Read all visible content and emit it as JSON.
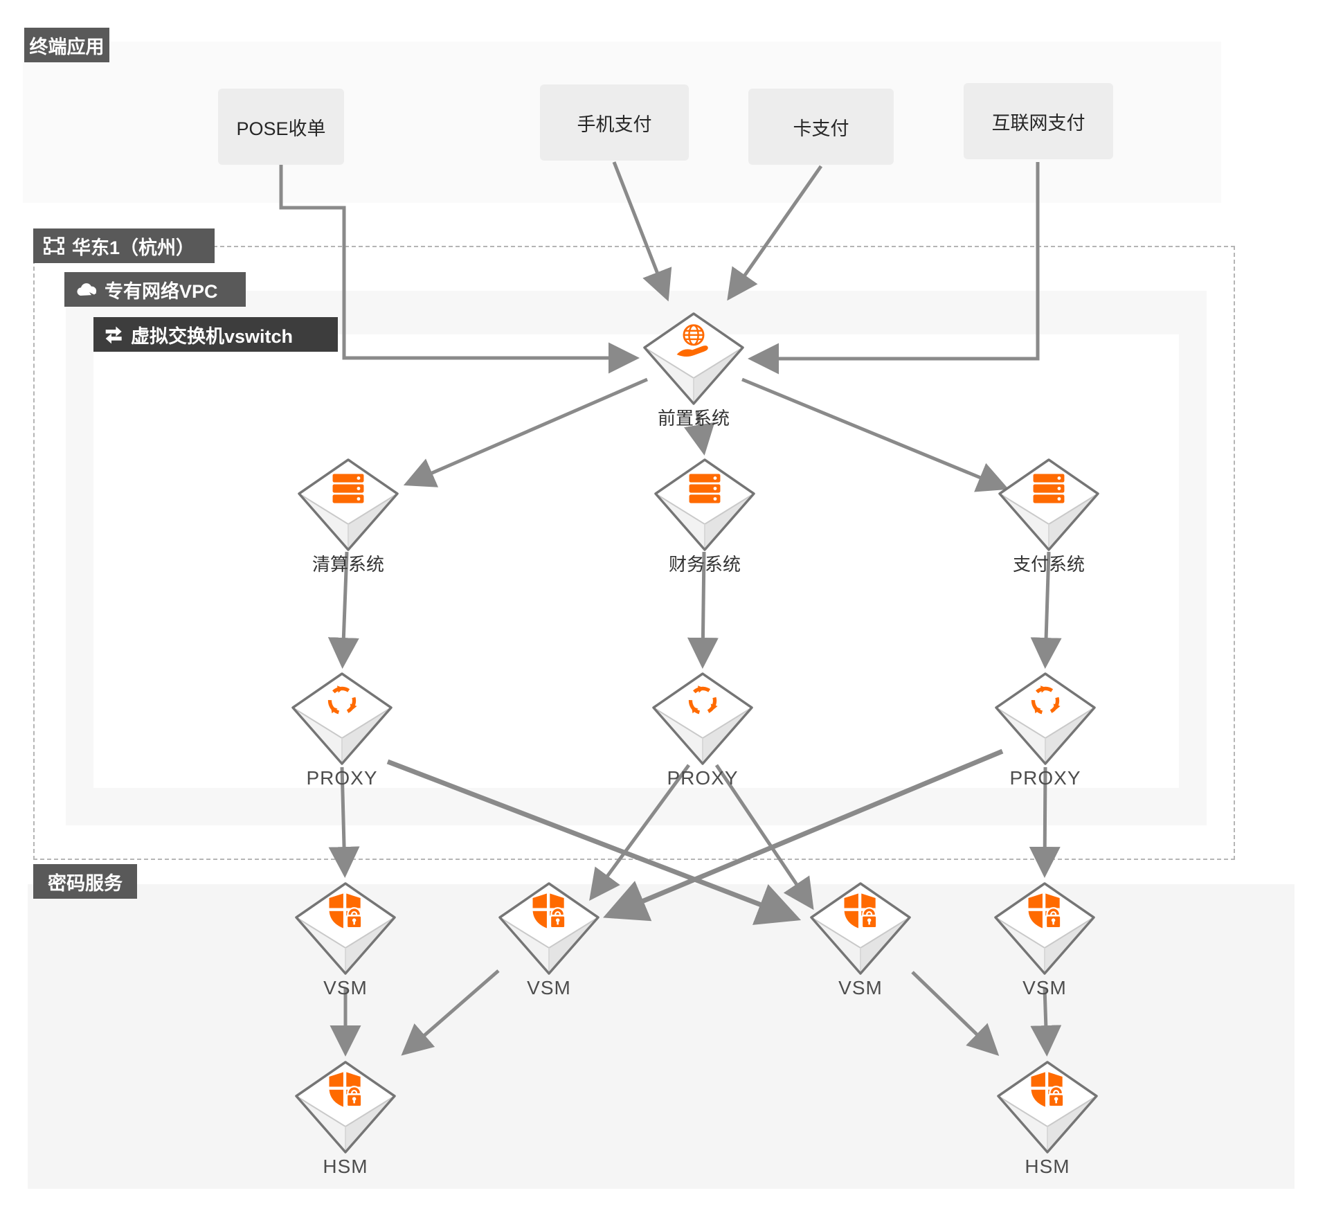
{
  "sections": {
    "terminal": {
      "label": "终端应用"
    },
    "region": {
      "label": "华东1（杭州）"
    },
    "vpc": {
      "label": "专有网络VPC"
    },
    "vswitch": {
      "label": "虚拟交换机vswitch"
    },
    "crypto": {
      "label": "密码服务"
    }
  },
  "terminal_apps": [
    {
      "label": "POSE收单"
    },
    {
      "label": "手机支付"
    },
    {
      "label": "卡支付"
    },
    {
      "label": "互联网支付"
    }
  ],
  "nodes": {
    "front": {
      "label": "前置系统",
      "icon": "globe-hand-icon"
    },
    "clearing": {
      "label": "清算系统",
      "icon": "server-stack-icon"
    },
    "finance": {
      "label": "财务系统",
      "icon": "server-stack-icon"
    },
    "payment": {
      "label": "支付系统",
      "icon": "server-stack-icon"
    },
    "proxy": {
      "label": "PROXY",
      "icon": "proxy-cycle-icon"
    },
    "vsm": {
      "label": "VSM",
      "icon": "shield-lock-icon"
    },
    "hsm": {
      "label": "HSM",
      "icon": "shield-lock-icon"
    }
  },
  "colors": {
    "accent_orange": "#FF6A00",
    "chip_bg": "#595959",
    "vswitch_chip_bg": "#3d3d3d",
    "arrow_gray": "#8a8a8a",
    "node_border": "#757575",
    "terminal_section_bg": "#fafafa",
    "vpc_bg": "#f7f7f7",
    "crypto_section_bg": "#f5f5f5",
    "appbox_bg": "#ededed"
  }
}
